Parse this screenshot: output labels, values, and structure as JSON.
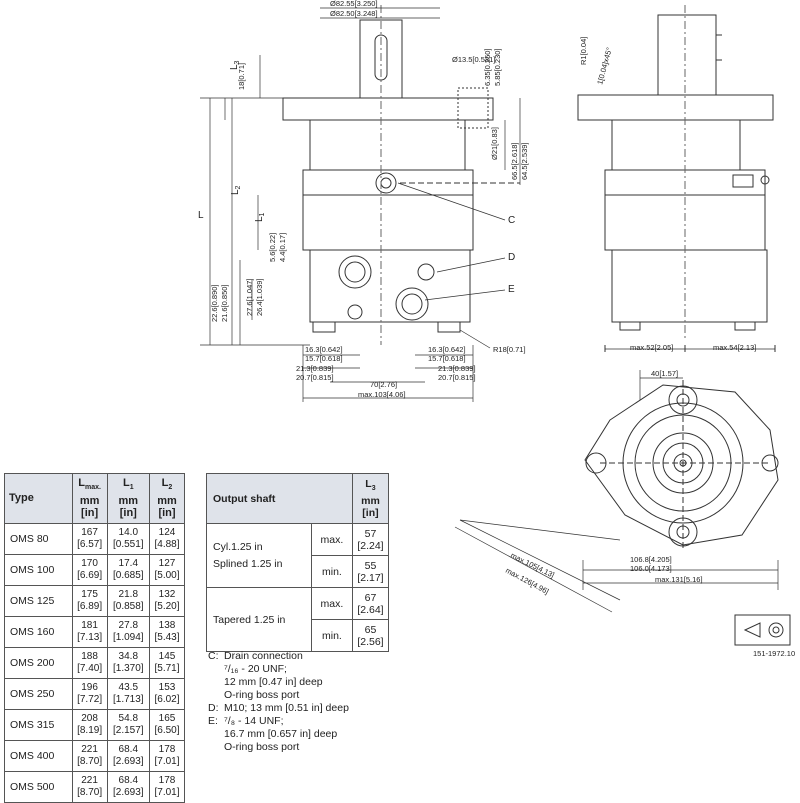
{
  "labels": {
    "C": "C",
    "D": "D",
    "E": "E",
    "L": "L",
    "L1": "L",
    "L1_sub": "1",
    "L2": "L",
    "L2_sub": "2",
    "L3": "L",
    "L3_sub": "3",
    "drawing_id": "151-1972.10"
  },
  "dims": {
    "d1": "Ø82.55[3.250]",
    "d2": "Ø82.50[3.248]",
    "d3": "Ø13.5[0.531]",
    "d4": "6.35[0.250]",
    "d5": "5.85[0.230]",
    "d6": "18[0.71]",
    "d7": "Ø21[0.83]",
    "d8": "66.5[2.618]",
    "d9": "64.5[2.539]",
    "d10": "5.6[0.22]",
    "d11": "4.4[0.17]",
    "d12": "22.6[0.890]",
    "d13": "21.6[0.850]",
    "d14": "27.6[1.047]",
    "d15": "26.4[1.039]",
    "d16": "16.3[0.642]",
    "d17": "15.7[0.618]",
    "d18": "21.3[0.839]",
    "d19": "20.7[0.815]",
    "d20": "16.3[0.642]",
    "d21": "15.7[0.618]",
    "d22": "21.3[0.839]",
    "d23": "20.7[0.815]",
    "d24": "70[2.76]",
    "d25": "max.103[4.06]",
    "d26": "R18[0.71]",
    "d27": "R1[0.04]",
    "d28": "1[0.04]x45°",
    "d29": "max.52[2.05]",
    "d30": "max.54[2.13]",
    "d31": "40[1.57]",
    "d32": "max.105[4.13]",
    "d33": "max.126[4.96]",
    "d34": "106.8[4.205]",
    "d35": "106.0[4.173]",
    "d36": "max.131[5.16]"
  },
  "type_table": {
    "headers": {
      "type": "Type",
      "lmax": "L",
      "lmax_sub": "max.",
      "l1": "L",
      "l1_sub": "1",
      "l2": "L",
      "l2_sub": "2",
      "unit_mm": "mm",
      "unit_in": "[in]"
    },
    "rows": [
      {
        "type": "OMS 80",
        "lmax_mm": "167",
        "lmax_in": "[6.57]",
        "l1_mm": "14.0",
        "l1_in": "[0.551]",
        "l2_mm": "124",
        "l2_in": "[4.88]"
      },
      {
        "type": "OMS 100",
        "lmax_mm": "170",
        "lmax_in": "[6.69]",
        "l1_mm": "17.4",
        "l1_in": "[0.685]",
        "l2_mm": "127",
        "l2_in": "[5.00]"
      },
      {
        "type": "OMS 125",
        "lmax_mm": "175",
        "lmax_in": "[6.89]",
        "l1_mm": "21.8",
        "l1_in": "[0.858]",
        "l2_mm": "132",
        "l2_in": "[5.20]"
      },
      {
        "type": "OMS 160",
        "lmax_mm": "181",
        "lmax_in": "[7.13]",
        "l1_mm": "27.8",
        "l1_in": "[1.094]",
        "l2_mm": "138",
        "l2_in": "[5.43]"
      },
      {
        "type": "OMS 200",
        "lmax_mm": "188",
        "lmax_in": "[7.40]",
        "l1_mm": "34.8",
        "l1_in": "[1.370]",
        "l2_mm": "145",
        "l2_in": "[5.71]"
      },
      {
        "type": "OMS 250",
        "lmax_mm": "196",
        "lmax_in": "[7.72]",
        "l1_mm": "43.5",
        "l1_in": "[1.713]",
        "l2_mm": "153",
        "l2_in": "[6.02]"
      },
      {
        "type": "OMS 315",
        "lmax_mm": "208",
        "lmax_in": "[8.19]",
        "l1_mm": "54.8",
        "l1_in": "[2.157]",
        "l2_mm": "165",
        "l2_in": "[6.50]"
      },
      {
        "type": "OMS 400",
        "lmax_mm": "221",
        "lmax_in": "[8.70]",
        "l1_mm": "68.4",
        "l1_in": "[2.693]",
        "l2_mm": "178",
        "l2_in": "[7.01]"
      },
      {
        "type": "OMS 500",
        "lmax_mm": "221",
        "lmax_in": "[8.70]",
        "l1_mm": "68.4",
        "l1_in": "[2.693]",
        "l2_mm": "178",
        "l2_in": "[7.01]"
      }
    ]
  },
  "shaft_table": {
    "header": "Output shaft",
    "l3": "L",
    "l3_sub": "3",
    "unit_mm": "mm",
    "unit_in": "[in]",
    "groups": [
      {
        "name_line1": "Cyl.1.25 in",
        "name_line2": "Splined 1.25 in",
        "max_label": "max.",
        "max_mm": "57",
        "max_in": "[2.24]",
        "min_label": "min.",
        "min_mm": "55",
        "min_in": "[2.17]"
      },
      {
        "name_line1": "Tapered 1.25 in",
        "name_line2": "",
        "max_label": "max.",
        "max_mm": "67",
        "max_in": "[2.64]",
        "min_label": "min.",
        "min_mm": "65",
        "min_in": "[2.56]"
      }
    ]
  },
  "notes": [
    {
      "key": "C:",
      "lines": [
        "Drain connection",
        "⁷/₁₆ - 20 UNF;",
        "12 mm [0.47 in] deep",
        "O-ring boss port"
      ]
    },
    {
      "key": "D:",
      "lines": [
        "M10; 13 mm [0.51 in] deep"
      ]
    },
    {
      "key": "E:",
      "lines": [
        "⁷/₈ - 14 UNF;",
        "16.7 mm [0.657 in] deep",
        "O-ring boss port"
      ]
    }
  ]
}
